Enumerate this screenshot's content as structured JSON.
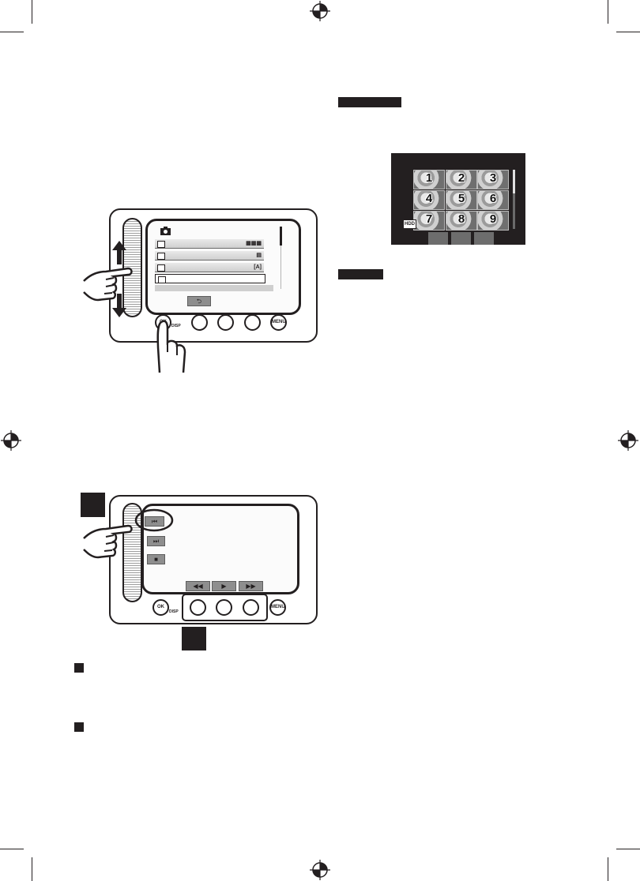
{
  "page": {
    "background": "#ffffff",
    "ink": "#231f20"
  },
  "menu_illustration": {
    "rows": [
      {
        "icon": "movie-icon",
        "value": "▦▦▦"
      },
      {
        "icon": "image-size-icon",
        "value": "▤"
      },
      {
        "icon": "quality-icon",
        "value": "[A]"
      },
      {
        "icon": "settings-icon",
        "value": ""
      }
    ],
    "return_key": "⮌",
    "ok_label": "OK",
    "disp_label": "DISP",
    "menu_label": "MENU"
  },
  "index_screen": {
    "thumbnails": [
      "1",
      "2",
      "3",
      "4",
      "5",
      "6",
      "7",
      "8",
      "9"
    ],
    "badge": "HDD"
  },
  "playback_illustration": {
    "side_keys": [
      "⏮",
      "⏭",
      "■"
    ],
    "bottom_keys": [
      "◀◀",
      "▶",
      "▶▶"
    ],
    "ok_label": "OK",
    "disp_label": "DISP",
    "menu_label": "MENU"
  }
}
